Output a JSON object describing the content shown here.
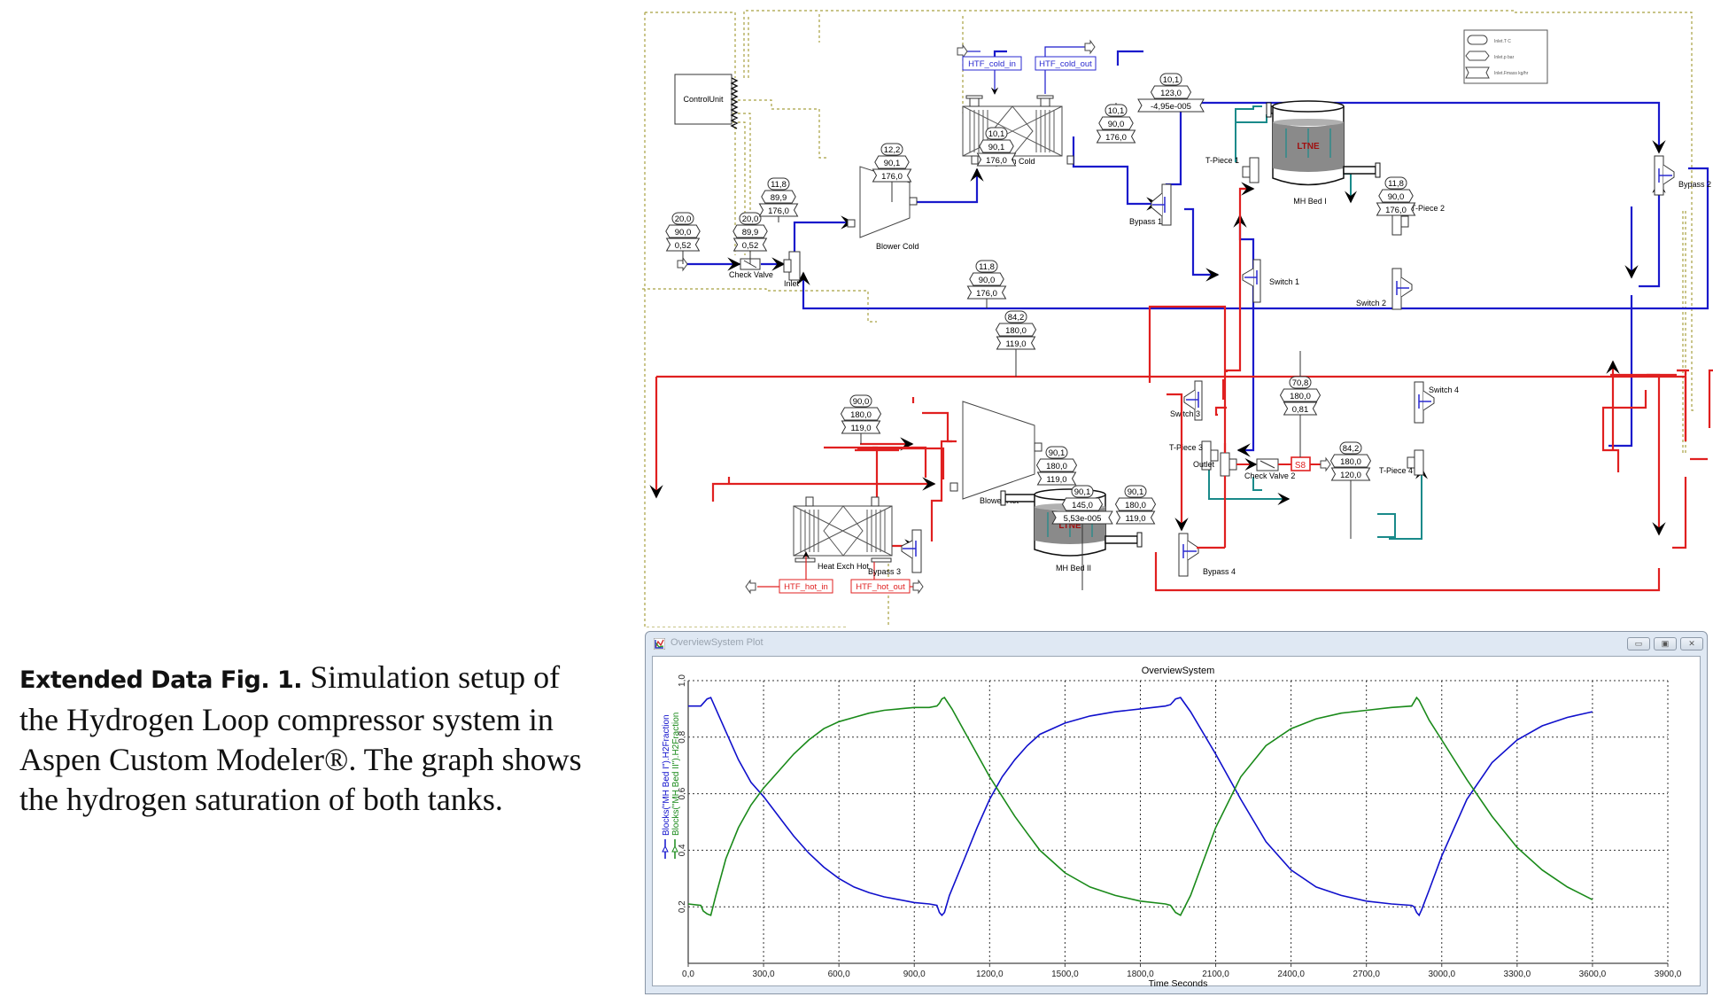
{
  "caption": {
    "label": "Extended Data Fig. 1.",
    "text": " Simulation setup of the Hydrogen Loop compressor system in Aspen Custom Modeler®. The graph shows the hydrogen saturation of both tanks."
  },
  "colors": {
    "cold_stream": "#1a1acc",
    "hot_stream": "#e02020",
    "bed_stream": "#1a8a8a",
    "control_signal": "#a8a040",
    "series_bed1": "#1010cc",
    "series_bed2": "#1a8a1a"
  },
  "flowsheet": {
    "legend": {
      "items": [
        {
          "shape": "oval",
          "label": "Inlet.T C"
        },
        {
          "shape": "hexagon",
          "label": "Inlet.p bar"
        },
        {
          "shape": "bowtie",
          "label": "Inlet.Fmass kg/hr"
        }
      ]
    },
    "blocks": {
      "control_unit": "ControlUnit",
      "check_valve": "Check Valve",
      "inlet": "Inlet",
      "blower_cold": "Blower Cold",
      "heat_exch_cold": "Heat Exch Cold",
      "htf_cold_in": "HTF_cold_in",
      "htf_cold_out": "HTF_cold_out",
      "bypass1": "Bypass 1",
      "tpiece1": "T-Piece 1",
      "switch1": "Switch 1",
      "mh_bed1": "MH Bed I",
      "tpiece2": "T-Piece 2",
      "bypass2": "Bypass 2",
      "switch2": "Switch 2",
      "switch3": "Switch 3",
      "tpiece3": "T-Piece 3",
      "switch4": "Switch 4",
      "tpiece4": "T-Piece 4",
      "blower_hot": "Blower Hot",
      "heat_exch_hot": "Heat Exch Hot",
      "htf_hot_in": "HTF_hot_in",
      "htf_hot_out": "HTF_hot_out",
      "bypass3": "Bypass 3",
      "mh_bed2": "MH Bed II",
      "bypass4": "Bypass 4",
      "outlet": "Outlet",
      "check_valve2": "Check Valve 2",
      "s8": "S8",
      "ltne": "LTNE"
    },
    "stream_tags": [
      {
        "id": "feed",
        "T": "20,0",
        "p": "90,0",
        "F": "0,52"
      },
      {
        "id": "after-check-valve",
        "T": "20,0",
        "p": "89,9",
        "F": "0,52"
      },
      {
        "id": "blower-cold-in",
        "T": "11,8",
        "p": "89,9",
        "F": "176,0"
      },
      {
        "id": "hx-cold-in",
        "T": "12,2",
        "p": "90,1",
        "F": "176,0"
      },
      {
        "id": "hx-cold-out",
        "T": "10,1",
        "p": "90,1",
        "F": "176,0"
      },
      {
        "id": "bed1-feed",
        "T": "10,1",
        "p": "90,0",
        "F": "176,0"
      },
      {
        "id": "bypass2-line",
        "T": "10,1",
        "p": "123,0",
        "F": "-4,95e-005"
      },
      {
        "id": "bed1-out",
        "T": "11,8",
        "p": "90,0",
        "F": "176,0"
      },
      {
        "id": "cold-return",
        "T": "11,8",
        "p": "90,0",
        "F": "176,0"
      },
      {
        "id": "hot-return",
        "T": "84,2",
        "p": "180,0",
        "F": "119,0"
      },
      {
        "id": "blower-hot-in",
        "T": "90,0",
        "p": "180,0",
        "F": "119,0"
      },
      {
        "id": "blower-hot-out",
        "T": "90,1",
        "p": "180,0",
        "F": "119,0"
      },
      {
        "id": "bypass3-line",
        "T": "90,1",
        "p": "145,0",
        "F": "5,53e-005"
      },
      {
        "id": "bed2-feed",
        "T": "90,1",
        "p": "180,0",
        "F": "119,0"
      },
      {
        "id": "bed2-out",
        "T": "84,2",
        "p": "180,0",
        "F": "120,0"
      },
      {
        "id": "product",
        "T": "70,8",
        "p": "180,0",
        "F": "0,81"
      }
    ]
  },
  "plot_window": {
    "title": "OverviewSystem Plot",
    "buttons": {
      "minimize": "▭",
      "maximize": "▣",
      "close": "✕"
    }
  },
  "chart_data": {
    "type": "line",
    "title": "OverviewSystem",
    "xlabel": "Time Seconds",
    "ylabel": "",
    "xlim": [
      0,
      3900
    ],
    "ylim": [
      0,
      1.0
    ],
    "x_ticks": [
      "0,0",
      "300,0",
      "600,0",
      "900,0",
      "1200,0",
      "1500,0",
      "1800,0",
      "2100,0",
      "2400,0",
      "2700,0",
      "3000,0",
      "3300,0",
      "3600,0",
      "3900,0"
    ],
    "y_ticks": [
      "0,2",
      "0,4",
      "0,6",
      "0,8",
      "1,0"
    ],
    "grid": true,
    "legend_position": "left-vertical",
    "series": [
      {
        "name": "Blocks(\"MH Bed I\").H2Fraction",
        "color": "#1010cc",
        "x": [
          0,
          50,
          75,
          90,
          150,
          200,
          250,
          300,
          360,
          420,
          480,
          540,
          600,
          660,
          720,
          780,
          840,
          900,
          960,
          990,
          1000,
          1010,
          1020,
          1040,
          1100,
          1150,
          1200,
          1250,
          1300,
          1350,
          1400,
          1500,
          1600,
          1700,
          1800,
          1900,
          1920,
          1940,
          1960,
          2000,
          2100,
          2200,
          2300,
          2400,
          2500,
          2600,
          2700,
          2800,
          2880,
          2890,
          2900,
          2910,
          2920,
          2950,
          3000,
          3100,
          3200,
          3300,
          3400,
          3500,
          3600
        ],
        "y": [
          0.91,
          0.91,
          0.935,
          0.94,
          0.82,
          0.72,
          0.64,
          0.59,
          0.52,
          0.45,
          0.39,
          0.34,
          0.3,
          0.27,
          0.25,
          0.235,
          0.225,
          0.215,
          0.21,
          0.205,
          0.18,
          0.17,
          0.18,
          0.24,
          0.37,
          0.48,
          0.58,
          0.66,
          0.72,
          0.77,
          0.81,
          0.85,
          0.875,
          0.89,
          0.9,
          0.91,
          0.915,
          0.935,
          0.94,
          0.89,
          0.74,
          0.58,
          0.43,
          0.33,
          0.27,
          0.24,
          0.22,
          0.21,
          0.205,
          0.2,
          0.18,
          0.17,
          0.19,
          0.26,
          0.38,
          0.58,
          0.71,
          0.79,
          0.84,
          0.87,
          0.89
        ]
      },
      {
        "name": "Blocks(\"MH Bed II\").H2Fraction",
        "color": "#1a8a1a",
        "x": [
          0,
          50,
          60,
          75,
          90,
          110,
          150,
          200,
          250,
          300,
          360,
          420,
          480,
          540,
          600,
          660,
          720,
          780,
          840,
          900,
          960,
          990,
          1000,
          1010,
          1020,
          1050,
          1100,
          1150,
          1200,
          1250,
          1300,
          1350,
          1400,
          1500,
          1600,
          1700,
          1800,
          1900,
          1920,
          1940,
          1960,
          2000,
          2100,
          2200,
          2300,
          2400,
          2500,
          2600,
          2700,
          2800,
          2880,
          2890,
          2900,
          2910,
          2950,
          3000,
          3100,
          3200,
          3300,
          3400,
          3500,
          3600
        ],
        "y": [
          0.21,
          0.205,
          0.185,
          0.175,
          0.17,
          0.24,
          0.37,
          0.48,
          0.56,
          0.62,
          0.68,
          0.74,
          0.79,
          0.83,
          0.855,
          0.87,
          0.885,
          0.895,
          0.9,
          0.905,
          0.905,
          0.91,
          0.92,
          0.935,
          0.94,
          0.9,
          0.82,
          0.74,
          0.66,
          0.59,
          0.52,
          0.46,
          0.4,
          0.32,
          0.27,
          0.24,
          0.22,
          0.21,
          0.205,
          0.18,
          0.17,
          0.24,
          0.48,
          0.66,
          0.77,
          0.83,
          0.865,
          0.885,
          0.895,
          0.905,
          0.91,
          0.925,
          0.94,
          0.93,
          0.86,
          0.79,
          0.65,
          0.52,
          0.41,
          0.33,
          0.27,
          0.225
        ]
      }
    ]
  }
}
